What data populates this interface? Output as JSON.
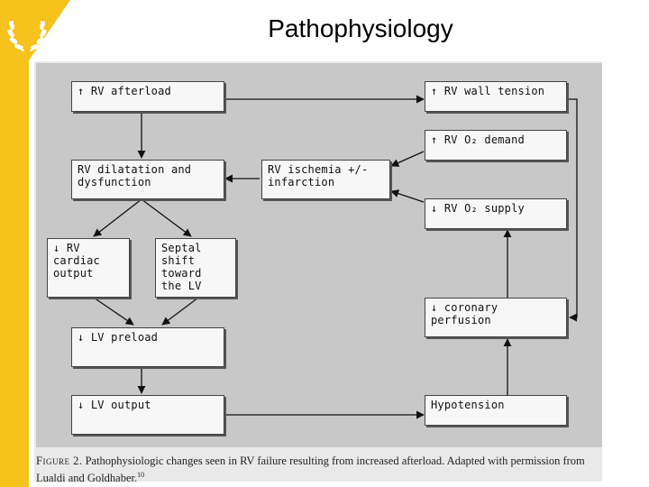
{
  "slide": {
    "title": "Pathophysiology"
  },
  "diagram": {
    "nodes": {
      "rv_afterload": "↑ RV afterload",
      "rv_wall_tension": "↑ RV wall tension",
      "rv_o2_demand": "↑ RV O₂ demand",
      "rv_dilatation": "RV dilatation and\ndysfunction",
      "rv_ischemia": "RV ischemia +/-\ninfarction",
      "rv_o2_supply": "↓ RV O₂ supply",
      "rv_cardiac_output": "↓ RV\ncardiac\noutput",
      "septal_shift": "Septal\nshift\ntoward\nthe LV",
      "coronary_perfusion": "↓ coronary\nperfusion",
      "lv_preload": "↓ LV preload",
      "lv_output": "↓ LV output",
      "hypotension": "Hypotension"
    }
  },
  "caption": {
    "label": "Figure 2.",
    "text": " Pathophysiologic changes seen in RV failure resulting from increased afterload. Adapted with permission from Lualdi and Goldhaber.",
    "ref": "10"
  },
  "colors": {
    "accent_gold": "#f6c21c",
    "diagram_background": "#c8c8c8",
    "node_fill": "#f7f7f7"
  },
  "icons": {
    "logo": "laurel-wreath-icon"
  }
}
